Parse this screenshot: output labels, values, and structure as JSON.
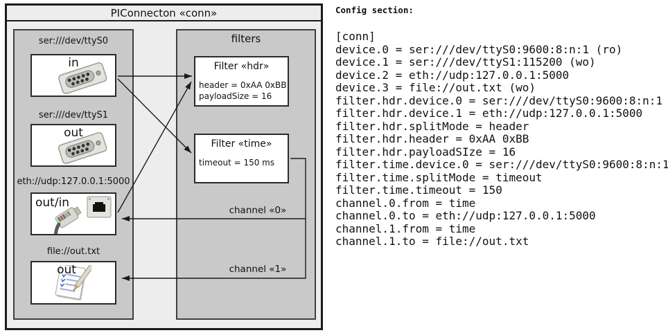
{
  "diagram": {
    "title": "PIConnecton «conn»",
    "filters_panel_title": "filters",
    "devices": [
      {
        "uri": "ser:///dev/ttyS0",
        "role": "in",
        "icon": "serial-connector-icon"
      },
      {
        "uri": "ser:///dev/ttyS1",
        "role": "out",
        "icon": "serial-connector-icon"
      },
      {
        "uri": "eth://udp:127.0.0.1:5000",
        "role": "out/in",
        "icon": "ethernet-connector-icon"
      },
      {
        "uri": "file://out.txt",
        "role": "out",
        "icon": "notepad-icon"
      }
    ],
    "filters": [
      {
        "title": "Filter «hdr»",
        "attrs": [
          "header = 0xAA 0xBB",
          "payloadSize = 16"
        ]
      },
      {
        "title": "Filter «time»",
        "attrs": [
          "timeout = 150 ms"
        ]
      }
    ],
    "channels": [
      {
        "label": "channel «0»"
      },
      {
        "label": "channel «1»"
      }
    ],
    "connections": [
      "ser:///dev/ttyS0 in -> Filter «hdr»",
      "ser:///dev/ttyS0 in -> Filter «time»",
      "eth://udp:127.0.0.1:5000 out/in -> Filter «hdr»",
      "Filter «time» -> channel «0» -> eth://udp:127.0.0.1:5000 out/in",
      "Filter «time» -> channel «1» -> file://out.txt out"
    ]
  },
  "config": {
    "heading": "Config section:",
    "lines": [
      "[conn]",
      "device.0 = ser:///dev/ttyS0:9600:8:n:1 (ro)",
      "device.1 = ser:///dev/ttyS1:115200 (wo)",
      "device.2 = eth://udp:127.0.0.1:5000",
      "device.3 = file://out.txt (wo)",
      "filter.hdr.device.0 = ser:///dev/ttyS0:9600:8:n:1",
      "filter.hdr.device.1 = eth://udp:127.0.0.1:5000",
      "filter.hdr.splitMode = header",
      "filter.hdr.header = 0xAA 0xBB",
      "filter.hdr.payloadSIze = 16",
      "filter.time.device.0 = ser:///dev/ttyS0:9600:8:n:1",
      "filter.time.splitMode = timeout",
      "filter.time.timeout = 150",
      "channel.0.from = time",
      "channel.0.to = eth://udp:127.0.0.1:5000",
      "channel.1.from = time",
      "channel.1.to = file://out.txt"
    ]
  },
  "colors": {
    "outer_bg": "#ededed",
    "panel_bg": "#c9c9c9",
    "box_bg": "#ffffff",
    "line": "#1a1a1a",
    "text": "#111111"
  }
}
